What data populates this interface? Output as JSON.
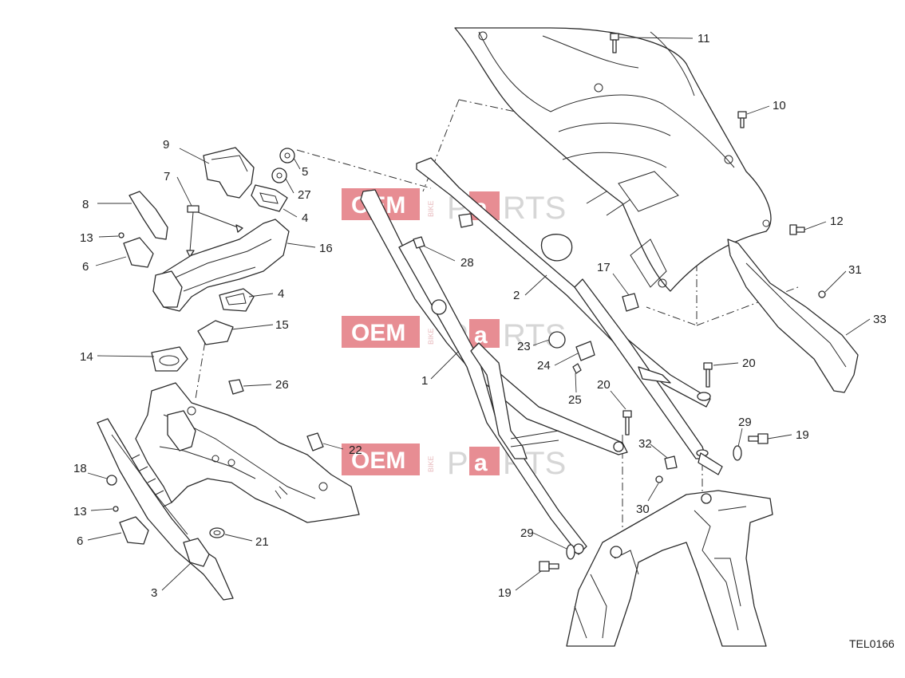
{
  "callouts": [
    {
      "id": "c1",
      "label": "1"
    },
    {
      "id": "c2",
      "label": "2"
    },
    {
      "id": "c3",
      "label": "3"
    },
    {
      "id": "c4a",
      "label": "4"
    },
    {
      "id": "c4b",
      "label": "4"
    },
    {
      "id": "c5",
      "label": "5"
    },
    {
      "id": "c6a",
      "label": "6"
    },
    {
      "id": "c6b",
      "label": "6"
    },
    {
      "id": "c7",
      "label": "7"
    },
    {
      "id": "c8",
      "label": "8"
    },
    {
      "id": "c9",
      "label": "9"
    },
    {
      "id": "c10",
      "label": "10"
    },
    {
      "id": "c11",
      "label": "11"
    },
    {
      "id": "c12",
      "label": "12"
    },
    {
      "id": "c13a",
      "label": "13"
    },
    {
      "id": "c13b",
      "label": "13"
    },
    {
      "id": "c14",
      "label": "14"
    },
    {
      "id": "c15",
      "label": "15"
    },
    {
      "id": "c16",
      "label": "16"
    },
    {
      "id": "c17",
      "label": "17"
    },
    {
      "id": "c18",
      "label": "18"
    },
    {
      "id": "c19a",
      "label": "19"
    },
    {
      "id": "c19b",
      "label": "19"
    },
    {
      "id": "c20a",
      "label": "20"
    },
    {
      "id": "c20b",
      "label": "20"
    },
    {
      "id": "c21",
      "label": "21"
    },
    {
      "id": "c22",
      "label": "22"
    },
    {
      "id": "c23",
      "label": "23"
    },
    {
      "id": "c24",
      "label": "24"
    },
    {
      "id": "c25",
      "label": "25"
    },
    {
      "id": "c26",
      "label": "26"
    },
    {
      "id": "c27",
      "label": "27"
    },
    {
      "id": "c28",
      "label": "28"
    },
    {
      "id": "c29a",
      "label": "29"
    },
    {
      "id": "c29b",
      "label": "29"
    },
    {
      "id": "c30",
      "label": "30"
    },
    {
      "id": "c31",
      "label": "31"
    },
    {
      "id": "c32",
      "label": "32"
    },
    {
      "id": "c33",
      "label": "33"
    }
  ],
  "drawing_code": "TEL0166",
  "watermark": {
    "brand": "OEM",
    "tag": "BIKE",
    "suffix_a": "P",
    "suffix_b": "a",
    "suffix_c": "RTS"
  },
  "colors": {
    "watermark_red": "#e06770",
    "line": "#2a2a2a"
  }
}
